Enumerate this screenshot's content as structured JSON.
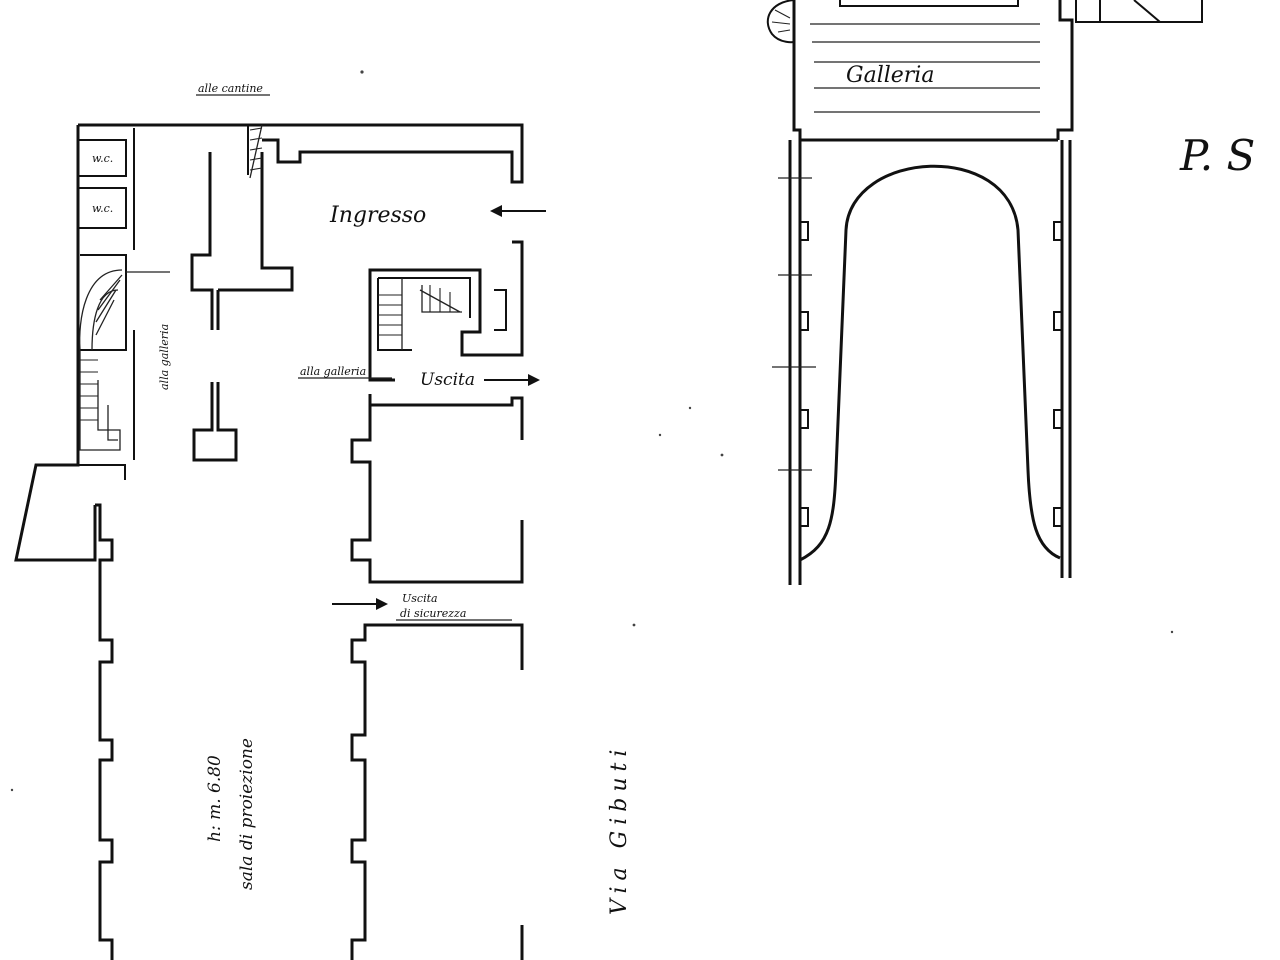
{
  "labels": {
    "wc_1": "w.c.",
    "wc_2": "w.c.",
    "alle_cantine": "alle cantine",
    "ingresso": "Ingresso",
    "alla_galleria_vertical": "alla galleria",
    "alla_galleria": "alla galleria",
    "uscita": "Uscita",
    "uscita_sicurezza_1": "Uscita",
    "uscita_sicurezza_2": "di sicurezza",
    "altezza": "h: m. 6.80",
    "sala_di_proiezione": "sala di proiezione",
    "via_gibuti": "Via Gibuti",
    "galleria": "Galleria",
    "section_label": "P. S"
  }
}
